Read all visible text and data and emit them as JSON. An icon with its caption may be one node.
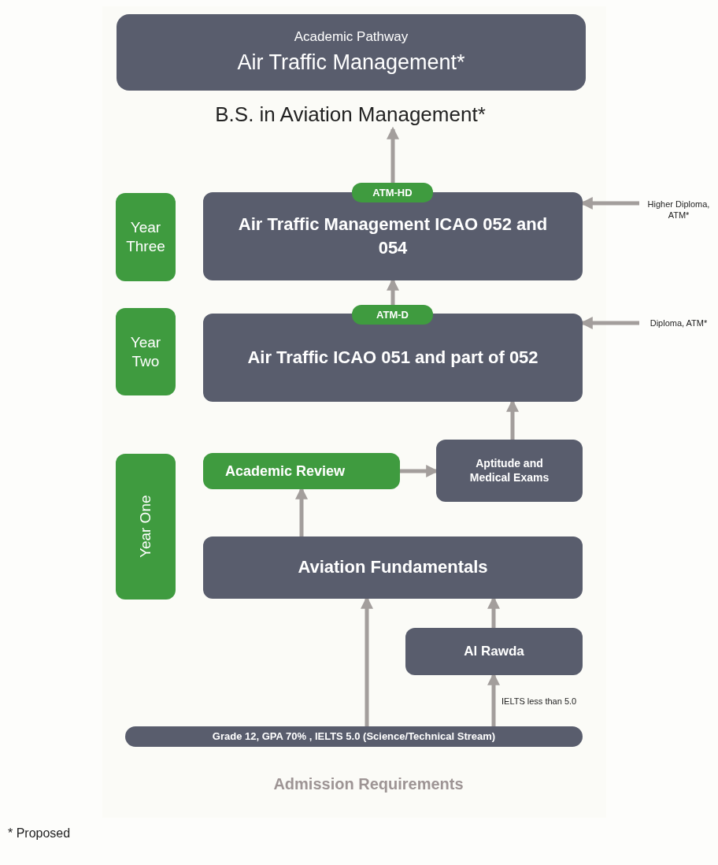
{
  "diagram": {
    "nodes": [
      {
        "text": [
          "Academic Pathway",
          "Air Traffic Management*"
        ]
      },
      {
        "text": [
          "B.S. in Aviation Management*"
        ]
      },
      {
        "text": [
          "Year Three"
        ]
      },
      {
        "text": [
          "ATM-HD"
        ]
      },
      {
        "text": [
          "Air Traffic Management ICAO 052 and 054"
        ]
      },
      {
        "text": [
          "Higher Diploma, ATM*"
        ]
      },
      {
        "text": [
          "Year Two"
        ]
      },
      {
        "text": [
          "ATM-D"
        ]
      },
      {
        "text": [
          "Air Traffic ICAO 051 and part of 052"
        ]
      },
      {
        "text": [
          "Diploma, ATM*"
        ]
      },
      {
        "text": [
          "Year One"
        ]
      },
      {
        "text": [
          "Academic Review"
        ]
      },
      {
        "text": [
          "Aptitude and Medical Exams"
        ]
      },
      {
        "text": [
          "Aviation Fundamentals"
        ]
      },
      {
        "text": [
          "Al Rawda"
        ]
      },
      {
        "text": [
          "Grade 12, GPA 70% , IELTS 5.0 (Science/Technical Stream)"
        ]
      }
    ],
    "edges": [
      {
        "from": 3,
        "to": 1,
        "arrow": "to"
      },
      {
        "from": 7,
        "to": 4,
        "arrow": "to"
      },
      {
        "from": 5,
        "to": 4,
        "arrow": "to"
      },
      {
        "from": 9,
        "to": 8,
        "arrow": "to"
      },
      {
        "from": 12,
        "to": 8,
        "arrow": "to"
      },
      {
        "from": 11,
        "to": 12,
        "arrow": "to"
      },
      {
        "from": 13,
        "to": 11,
        "arrow": "to"
      },
      {
        "from": 15,
        "to": 13,
        "arrow": "to"
      },
      {
        "from": 15,
        "to": 14,
        "arrow": "to",
        "label": "IELTS less than 5.0"
      },
      {
        "from": 14,
        "to": 13,
        "arrow": "to"
      }
    ],
    "labels": [
      "Admission Requirements",
      "* Proposed"
    ]
  }
}
